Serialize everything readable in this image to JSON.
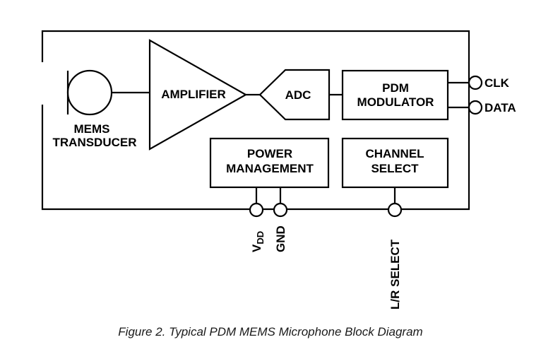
{
  "diagram": {
    "blocks": {
      "mems_transducer": [
        "MEMS",
        "TRANSDUCER"
      ],
      "amplifier": "AMPLIFIER",
      "adc": "ADC",
      "pdm_modulator": [
        "PDM",
        "MODULATOR"
      ],
      "power_management": [
        "POWER",
        "MANAGEMENT"
      ],
      "channel_select": [
        "CHANNEL",
        "SELECT"
      ]
    },
    "pins": {
      "clk": "CLK",
      "data": "DATA",
      "vdd_main": "V",
      "vdd_sub": "DD",
      "gnd": "GND",
      "lr_select": "L/R SELECT"
    },
    "caption": "Figure 2. Typical PDM MEMS Microphone Block Diagram"
  }
}
